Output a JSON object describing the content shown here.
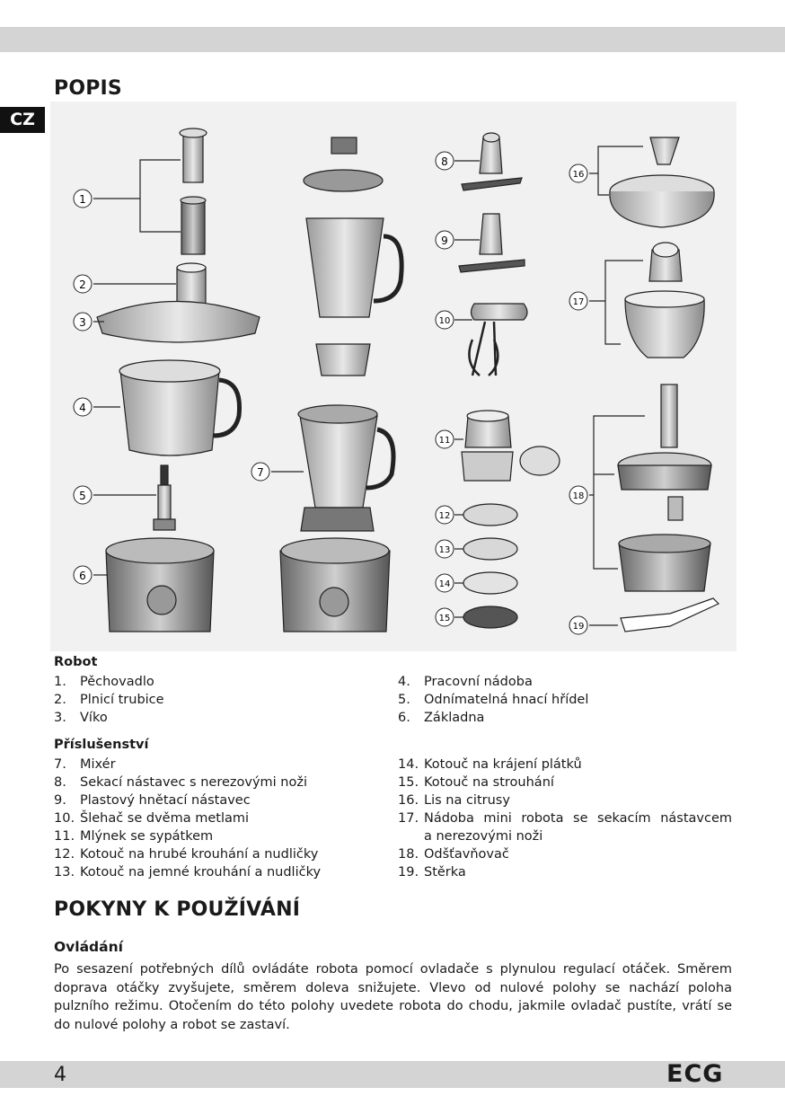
{
  "lang_tab": "CZ",
  "title_popis": "POPIS",
  "callouts": [
    "1",
    "2",
    "3",
    "4",
    "5",
    "6",
    "7",
    "8",
    "9",
    "10",
    "11",
    "12",
    "13",
    "14",
    "15",
    "16",
    "17",
    "18",
    "19"
  ],
  "robot": {
    "heading": "Robot",
    "left": [
      {
        "num": "1.",
        "text": "Pěchovadlo"
      },
      {
        "num": "2.",
        "text": "Plnicí trubice"
      },
      {
        "num": "3.",
        "text": "Víko"
      }
    ],
    "right": [
      {
        "num": "4.",
        "text": "Pracovní nádoba"
      },
      {
        "num": "5.",
        "text": "Odnímatelná hnací hřídel"
      },
      {
        "num": "6.",
        "text": "Základna"
      }
    ]
  },
  "accessories": {
    "heading": "Příslušenství",
    "left": [
      {
        "num": "7.",
        "text": "Mixér"
      },
      {
        "num": "8.",
        "text": "Sekací nástavec s nerezovými noži"
      },
      {
        "num": "9.",
        "text": "Plastový hnětací nástavec"
      },
      {
        "num": "10.",
        "text": "Šlehač se dvěma metlami"
      },
      {
        "num": "11.",
        "text": "Mlýnek se sypátkem"
      },
      {
        "num": "12.",
        "text": "Kotouč na hrubé krouhání a nudličky"
      },
      {
        "num": "13.",
        "text": "Kotouč na jemné krouhání a nudličky"
      }
    ],
    "right": [
      {
        "num": "14.",
        "text": "Kotouč na krájení plátků"
      },
      {
        "num": "15.",
        "text": "Kotouč na strouhání"
      },
      {
        "num": "16.",
        "text": "Lis na citrusy"
      },
      {
        "num": "17.",
        "text": "Nádoba mini robota se sekacím nástavcem"
      },
      {
        "num": "",
        "text": "a nerezovými noži"
      },
      {
        "num": "18.",
        "text": "Odšťavňovač"
      },
      {
        "num": "19.",
        "text": "Stěrka"
      }
    ]
  },
  "title_pokyny": "POKYNY K POUŽÍVÁNÍ",
  "ovladani": {
    "heading": "Ovládání",
    "text": "Po sesazení potřebných dílů ovládáte robota pomocí ovladače s plynulou regulací otáček. Směrem doprava otáčky zvyšujete, směrem doleva snižujete. Vlevo od nulové polohy se nachází poloha pulzního režimu. Otočením do této polohy uvedete robota do chodu, jakmile ovladač pustíte, vrátí se do nulové polohy a robot se zastaví."
  },
  "page_number": "4",
  "brand": "ECG"
}
